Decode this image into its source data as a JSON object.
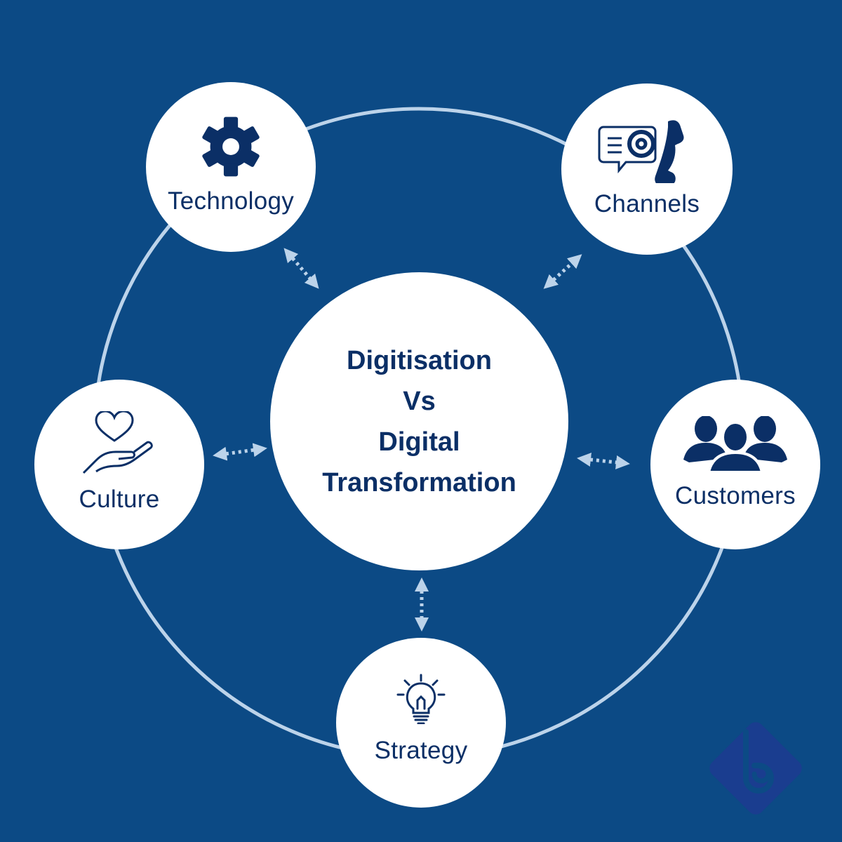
{
  "center": {
    "lines": [
      "Digitisation",
      "Vs",
      "Digital",
      "Transformation"
    ]
  },
  "nodes": {
    "technology": {
      "label": "Technology",
      "icon": "gear-icon"
    },
    "channels": {
      "label": "Channels",
      "icon": "email-phone-icon"
    },
    "culture": {
      "label": "Culture",
      "icon": "heart-hand-icon"
    },
    "customers": {
      "label": "Customers",
      "icon": "people-group-icon"
    },
    "strategy": {
      "label": "Strategy",
      "icon": "lightbulb-icon"
    }
  },
  "colors": {
    "background": "#0c4a85",
    "ring": "#bcd3ea",
    "node_fill": "#ffffff",
    "text": "#0b2f66",
    "arrow": "#bcd3ea",
    "logo": "#1a3d8f"
  }
}
